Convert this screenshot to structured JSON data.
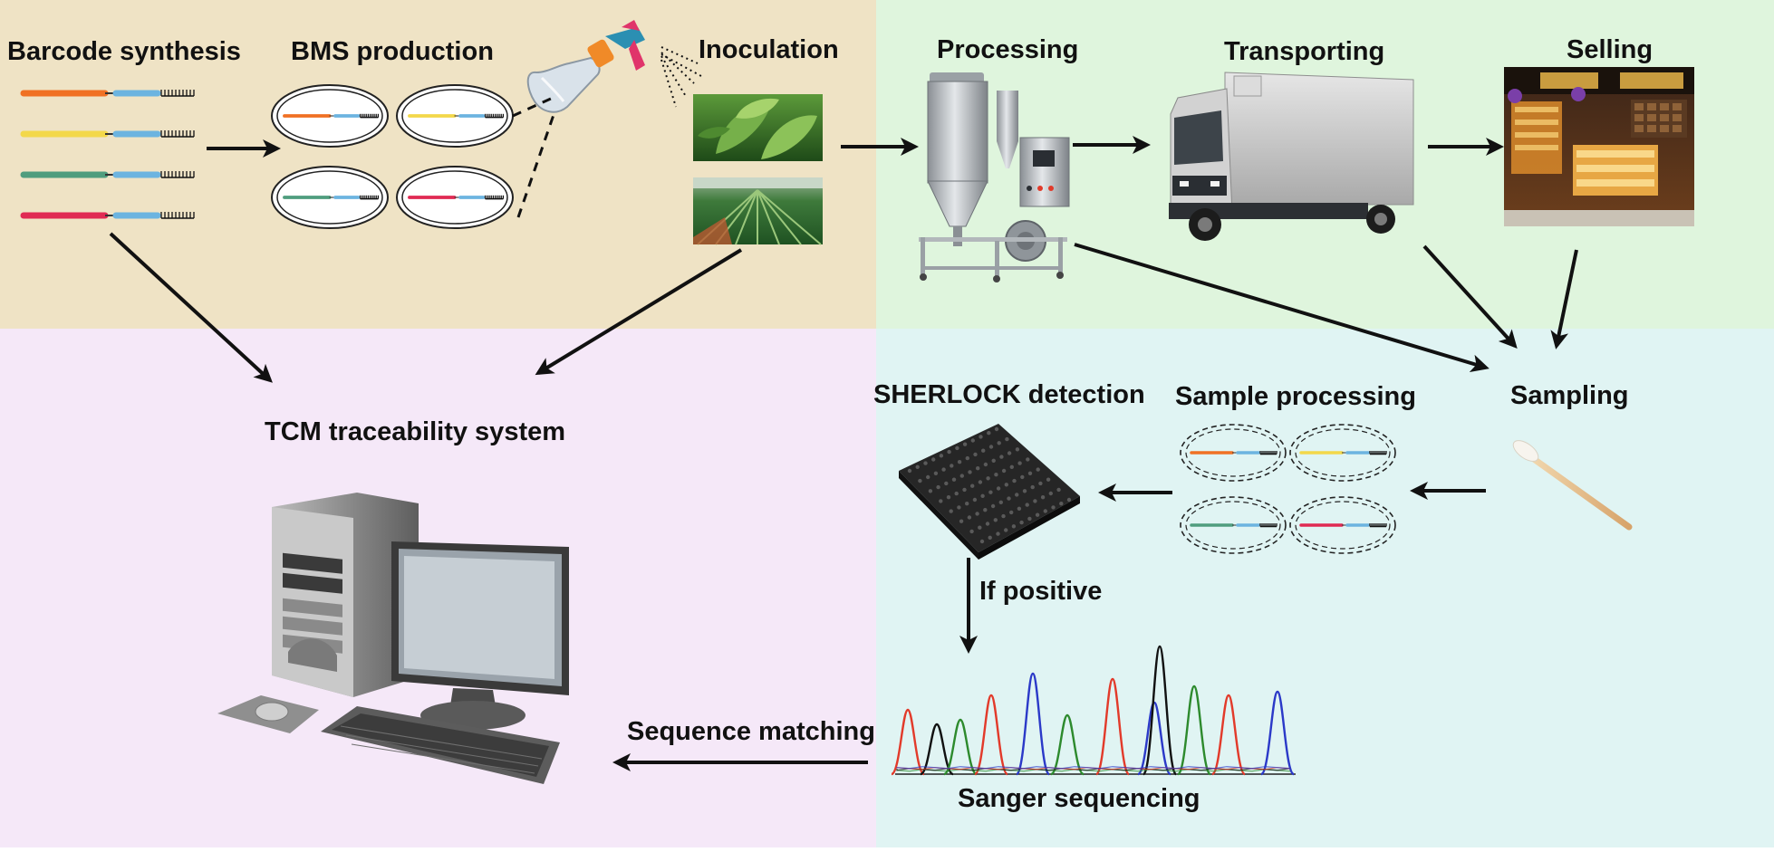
{
  "labels": {
    "barcode_synthesis": "Barcode synthesis",
    "bms_production": "BMS production",
    "inoculation": "Inoculation",
    "processing": "Processing",
    "transporting": "Transporting",
    "selling": "Selling",
    "tcm_system": "TCM traceability system",
    "sherlock": "SHERLOCK detection",
    "sample_processing": "Sample processing",
    "sampling": "Sampling",
    "if_positive": "If positive",
    "sanger": "Sanger sequencing",
    "sequence_matching": "Sequence matching"
  },
  "panel_colors": {
    "top_left": "#efe3c5",
    "top_right": "#dff5dd",
    "bottom_left": "#f5e8f8",
    "bottom_right": "#e0f4f3"
  },
  "barcode_colors": [
    "#f07124",
    "#f3d84a",
    "#4f9d7e",
    "#e02a53"
  ],
  "barcode_tag_color": "#6cb4e0",
  "trace_colors": [
    "#2d8a2d",
    "#111111",
    "#e23a2a",
    "#2b39c8"
  ]
}
